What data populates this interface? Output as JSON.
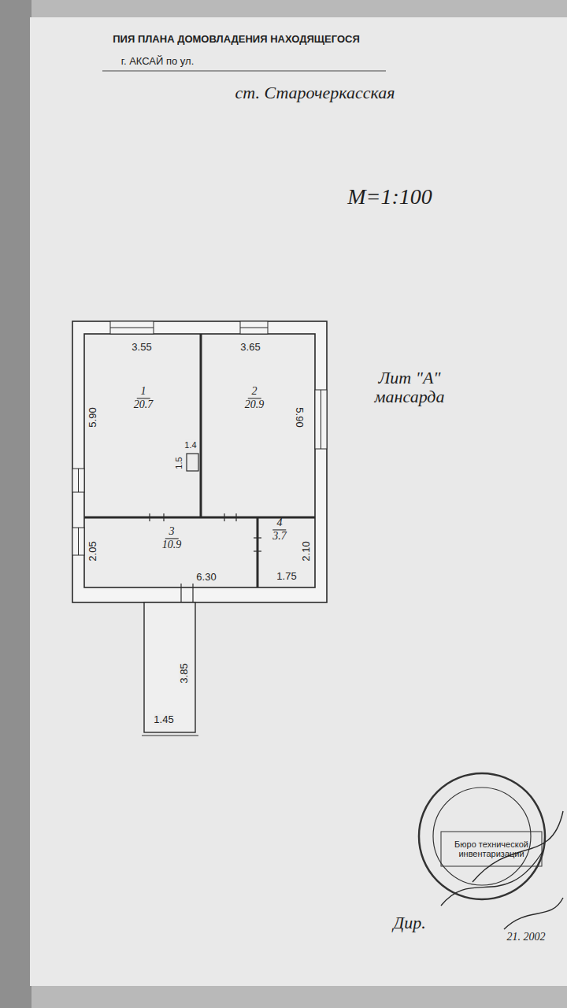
{
  "diagram": {
    "title": "ПИЯ ПЛАНА ДОМОВЛАДЕНИЯ НАХОДЯЩЕГОСЯ",
    "nodes": [
      {
        "text": [
          "1",
          "20.7"
        ]
      },
      {
        "text": [
          "2",
          "20.9"
        ]
      },
      {
        "text": [
          "3",
          "10.9"
        ]
      },
      {
        "text": [
          "4",
          "3.7"
        ]
      }
    ],
    "labels": [
      "г. АКСАЙ по ул.",
      "ст. Старочеркасская",
      "М=1:100",
      "Лит \"А\" мансарда",
      "3.55",
      "3.65",
      "5.90",
      "5.90",
      "1.4",
      "1.5",
      "2.05",
      "6.30",
      "2.10",
      "1.75",
      "3.85",
      "1.45",
      "Бюро технической инвентаризации",
      "Дир.",
      "21. 2002"
    ]
  }
}
